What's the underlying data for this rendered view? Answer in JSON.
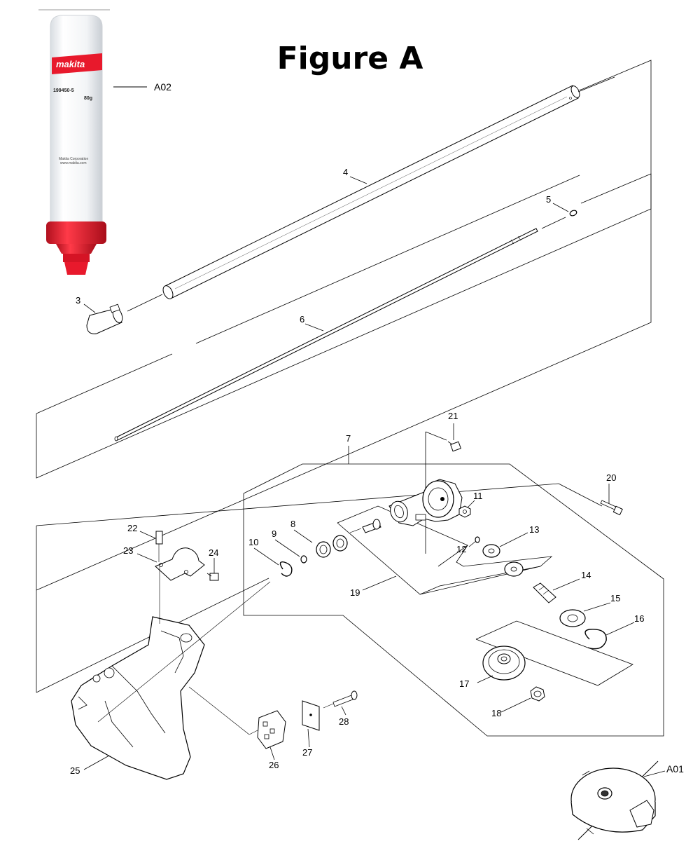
{
  "title": "Figure A",
  "tube": {
    "brand": "makita",
    "part_code": "199450-5",
    "weight": "80g",
    "company": "Makita Corporation",
    "website": "www.makita.com"
  },
  "callouts": {
    "A02": "A02",
    "A01": "A01",
    "p3": "3",
    "p4": "4",
    "p5": "5",
    "p6": "6",
    "p7": "7",
    "p8": "8",
    "p9": "9",
    "p10": "10",
    "p11": "11",
    "p12": "12",
    "p13": "13",
    "p14": "14",
    "p15": "15",
    "p16": "16",
    "p17": "17",
    "p18": "18",
    "p19": "19",
    "p20": "20",
    "p21": "21",
    "p22": "22",
    "p23": "23",
    "p24": "24",
    "p25": "25",
    "p26": "26",
    "p27": "27",
    "p28": "28"
  },
  "colors": {
    "brand_red": "#e8192c",
    "line": "#000000",
    "tube_body": "#f4f6f8"
  }
}
